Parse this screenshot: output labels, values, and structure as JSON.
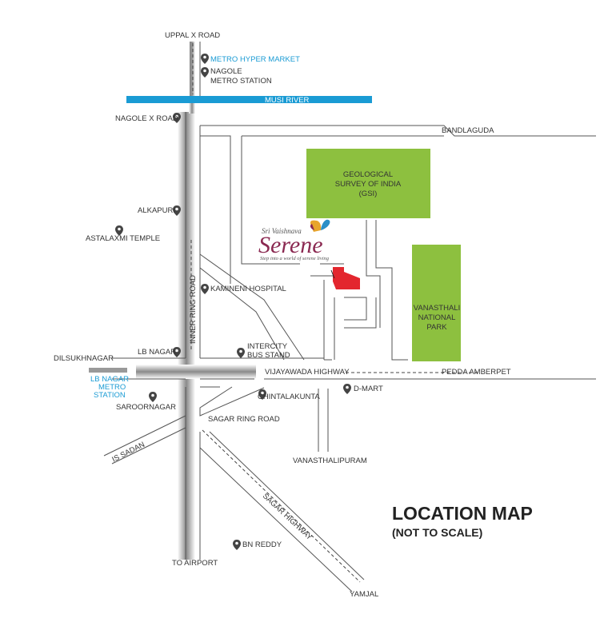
{
  "roads": {
    "uppal_x_road": "UPPAL X ROAD",
    "nagole_x_road": "NAGOLE X ROAD",
    "bandlaguda": "BANDLAGUDA",
    "alkapuri": "ALKAPURI",
    "inner_ring_road": "INNER RING ROAD",
    "dilsukhnagar": "DILSUKHNAGAR",
    "lb_nagar": "LB NAGAR",
    "vijayawada_highway": "VIJAYAWADA HIGHWAY",
    "pedda_amberpet": "PEDDA AMBERPET",
    "sagar_ring_road": "SAGAR RING ROAD",
    "is_sadan": "IS SADAN",
    "sagar_highway": "SAGAR HIGHWAY",
    "to_airport": "TO AIRPORT",
    "yamjal": "YAMJAL",
    "vanasthalipuram": "VANASTHALIPURAM",
    "musi_river": "MUSI RIVER"
  },
  "landmarks": {
    "metro_hyper_market": "METRO HYPER MARKET",
    "nagole_metro_l1": "NAGOLE",
    "nagole_metro_l2": "METRO STATION",
    "astalaxmi_temple": "ASTALAXMI TEMPLE",
    "kamineni_hospital": "KAMINENI HOSPITAL",
    "intercity_l1": "INTERCITY",
    "intercity_l2": "BUS STAND",
    "chintalakunta": "CHINTALAKUNTA",
    "d_mart": "D-MART",
    "saroornagar": "SAROORNAGAR",
    "bn_reddy": "BN REDDY",
    "lb_metro_l1": "LB NAGAR",
    "lb_metro_l2": "METRO",
    "lb_metro_l3": "STATION",
    "gsi_l1": "GEOLOGICAL",
    "gsi_l2": "SURVEY OF INDIA",
    "gsi_l3": "(GSI)",
    "park_l1": "VANASTHALI",
    "park_l2": "NATIONAL",
    "park_l3": "PARK"
  },
  "brand": {
    "prefix": "Sri Vaishnava",
    "name": "Serene",
    "tagline": "Step into a world of serene living"
  },
  "title": {
    "main": "LOCATION MAP",
    "sub": "(NOT TO SCALE)"
  },
  "colors": {
    "green": "#8dc03f",
    "river": "#1a9bd4",
    "site": "#e3262e",
    "brand": "#8b2a52"
  }
}
